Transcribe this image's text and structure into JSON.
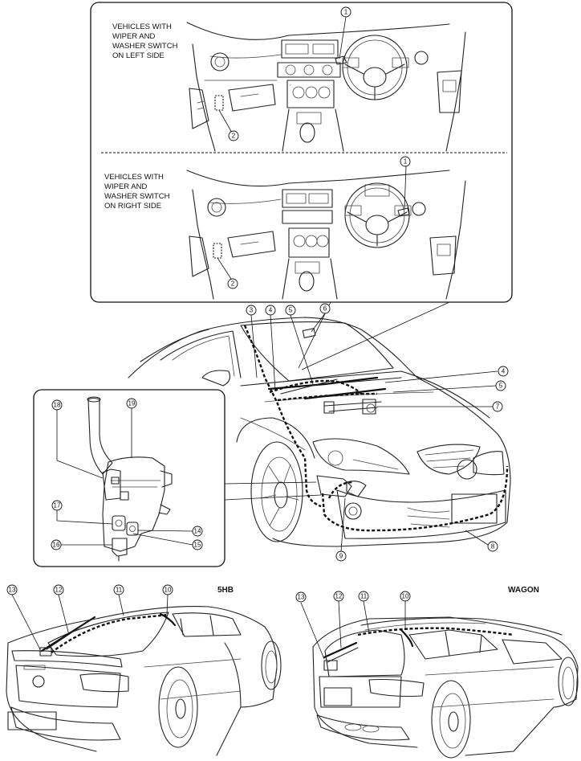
{
  "panels": {
    "left_side_label": [
      "VEHICLES WITH",
      "WIPER AND",
      "WASHER SWITCH",
      "ON LEFT SIDE"
    ],
    "right_side_label": [
      "VEHICLES WITH",
      "WIPER AND",
      "WASHER SWITCH",
      "ON RIGHT SIDE"
    ],
    "hatchback_label": "5HB",
    "wagon_label": "WAGON"
  },
  "callouts": {
    "inset_top": [
      "1",
      "2"
    ],
    "inset_bottom": [
      "1",
      "2"
    ],
    "front_car": [
      "3",
      "4",
      "5",
      "6",
      "4",
      "5",
      "7",
      "8",
      "9"
    ],
    "tank_inset": [
      "18",
      "19",
      "17",
      "14",
      "16",
      "15"
    ],
    "hatchback": [
      "13",
      "12",
      "11",
      "10"
    ],
    "wagon": [
      "13",
      "12",
      "11",
      "10"
    ]
  },
  "colors": {
    "line": "#111111",
    "background": "#ffffff"
  }
}
